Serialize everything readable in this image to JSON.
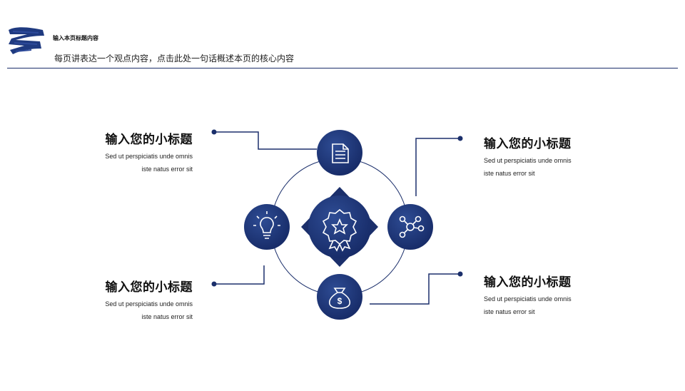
{
  "header": {
    "title": "输入本页标题内容",
    "subtitle": "每页讲表达一个观点内容，点击此处一句话概述本页的核心内容"
  },
  "blocks": [
    {
      "heading": "输入您的小标题",
      "line1": "Sed ut perspiciatis unde omnis",
      "line2": "iste natus error sit"
    },
    {
      "heading": "输入您的小标题",
      "line1": "Sed ut perspiciatis unde omnis",
      "line2": "iste natus error sit"
    },
    {
      "heading": "输入您的小标题",
      "line1": "Sed ut perspiciatis unde omnis",
      "line2": "iste natus error sit"
    },
    {
      "heading": "输入您的小标题",
      "line1": "Sed ut perspiciatis unde omnis",
      "line2": "iste natus error sit"
    }
  ],
  "icons": [
    "document-icon",
    "network-icon",
    "money-bag-icon",
    "lightbulb-icon",
    "award-badge-icon"
  ],
  "colors": {
    "accent": "#1b2f6b",
    "accent_light": "#2d4a8f"
  }
}
